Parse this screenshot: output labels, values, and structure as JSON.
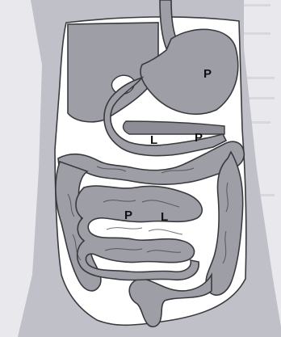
{
  "colors": {
    "page_background": "#e9e8ec",
    "body_silhouette": "#bfc0c8",
    "abdomen_cavity": "#ffffff",
    "organ_fill": "#9d9ea6",
    "organ_fill_dark": "#8c8d95",
    "outline": "#3a3a3e"
  },
  "labels": {
    "stomach_proximal": "P",
    "duodenum_distal": "L",
    "duodenum_proximal": "P",
    "small_intestine_proximal": "P",
    "small_intestine_distal": "L"
  }
}
